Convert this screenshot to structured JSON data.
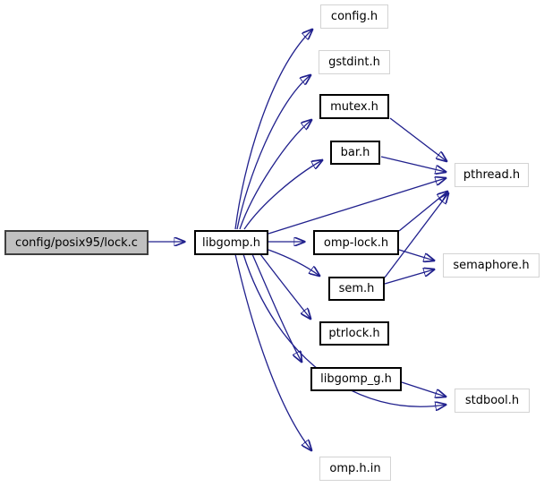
{
  "colors": {
    "edge": "#20208d",
    "root_fill": "#c0c0c0",
    "node_fill": "#ffffff",
    "linked_border": "#000000",
    "leaf_border": "#d3d3d3",
    "text": "#000000"
  },
  "nodes": {
    "lock_c": {
      "label": "config/posix95/lock.c"
    },
    "libgomp_h": {
      "label": "libgomp.h"
    },
    "config_h": {
      "label": "config.h"
    },
    "gstdint_h": {
      "label": "gstdint.h"
    },
    "mutex_h": {
      "label": "mutex.h"
    },
    "bar_h": {
      "label": "bar.h"
    },
    "pthread_h": {
      "label": "pthread.h"
    },
    "omp_lock_h": {
      "label": "omp-lock.h"
    },
    "semaphore_h": {
      "label": "semaphore.h"
    },
    "sem_h": {
      "label": "sem.h"
    },
    "ptrlock_h": {
      "label": "ptrlock.h"
    },
    "libgomp_g_h": {
      "label": "libgomp_g.h"
    },
    "stdbool_h": {
      "label": "stdbool.h"
    },
    "omp_h_in": {
      "label": "omp.h.in"
    }
  },
  "edges": [
    {
      "from": "lock_c",
      "to": "libgomp_h"
    },
    {
      "from": "libgomp_h",
      "to": "config_h"
    },
    {
      "from": "libgomp_h",
      "to": "gstdint_h"
    },
    {
      "from": "libgomp_h",
      "to": "mutex_h"
    },
    {
      "from": "libgomp_h",
      "to": "bar_h"
    },
    {
      "from": "libgomp_h",
      "to": "pthread_h"
    },
    {
      "from": "libgomp_h",
      "to": "omp_lock_h"
    },
    {
      "from": "libgomp_h",
      "to": "sem_h"
    },
    {
      "from": "libgomp_h",
      "to": "ptrlock_h"
    },
    {
      "from": "libgomp_h",
      "to": "libgomp_g_h"
    },
    {
      "from": "libgomp_h",
      "to": "stdbool_h"
    },
    {
      "from": "libgomp_h",
      "to": "omp_h_in"
    },
    {
      "from": "mutex_h",
      "to": "pthread_h"
    },
    {
      "from": "bar_h",
      "to": "pthread_h"
    },
    {
      "from": "omp_lock_h",
      "to": "pthread_h"
    },
    {
      "from": "omp_lock_h",
      "to": "semaphore_h"
    },
    {
      "from": "sem_h",
      "to": "pthread_h"
    },
    {
      "from": "sem_h",
      "to": "semaphore_h"
    },
    {
      "from": "libgomp_g_h",
      "to": "stdbool_h"
    }
  ]
}
